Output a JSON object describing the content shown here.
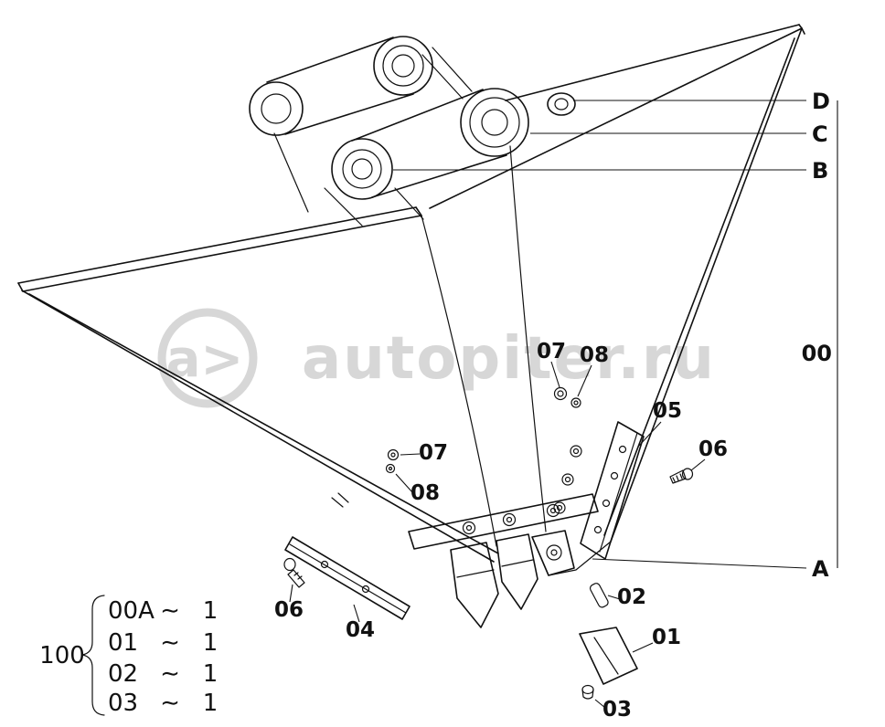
{
  "watermark": {
    "logo_text": "a>",
    "brand_text": "autopiter.ru",
    "color": "#d7d7d7"
  },
  "ref_letters": {
    "d": "D",
    "c": "C",
    "b": "B",
    "a": "A"
  },
  "assembly_label": "00",
  "part_labels": {
    "p01": "01",
    "p02": "02",
    "p03": "03",
    "p04": "04",
    "p05": "05",
    "p06": "06",
    "p07": "07",
    "p08": "08"
  },
  "parts_list": {
    "group_code": "100",
    "tilde": "∼",
    "rows": [
      {
        "code": "00A",
        "qty": "1"
      },
      {
        "code": "01",
        "qty": "1"
      },
      {
        "code": "02",
        "qty": "1"
      },
      {
        "code": "03",
        "qty": "1"
      }
    ]
  }
}
